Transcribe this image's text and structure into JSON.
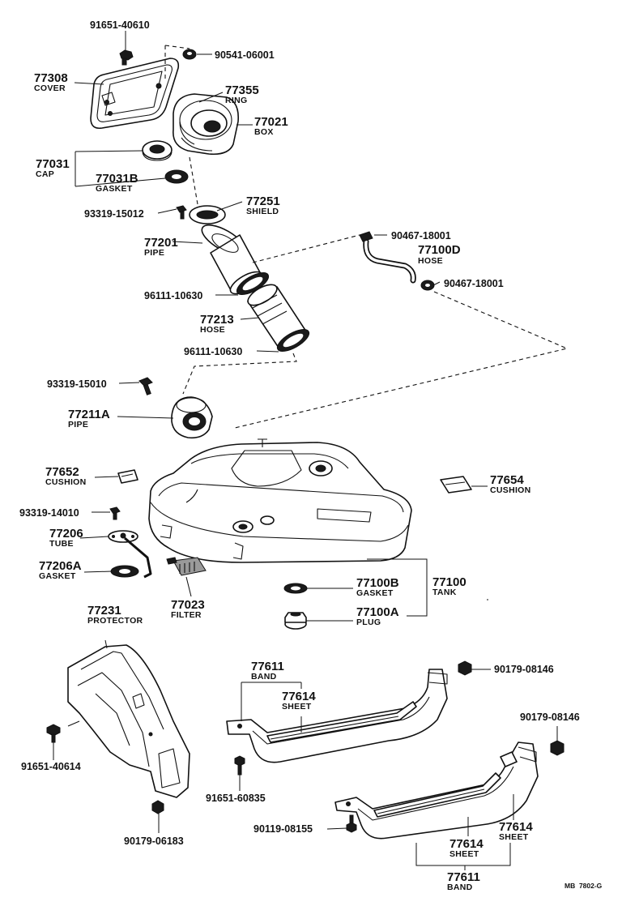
{
  "callouts": {
    "c01": {
      "num": "91651-40610"
    },
    "c02": {
      "num": "90541-06001"
    },
    "c03": {
      "num": "77308",
      "name": "COVER"
    },
    "c04": {
      "num": "77355",
      "name": "RING"
    },
    "c05": {
      "num": "77021",
      "name": "BOX"
    },
    "c06": {
      "num": "77031",
      "name": "CAP"
    },
    "c07": {
      "num": "77031B",
      "name": "GASKET"
    },
    "c08": {
      "num": "77251",
      "name": "SHIELD"
    },
    "c09": {
      "num": "93319-15012"
    },
    "c10": {
      "num": "77201",
      "name": "PIPE"
    },
    "c11": {
      "num": "90467-18001"
    },
    "c12": {
      "num": "77100D",
      "name": "HOSE"
    },
    "c13": {
      "num": "90467-18001"
    },
    "c14": {
      "num": "96111-10630"
    },
    "c15": {
      "num": "77213",
      "name": "HOSE"
    },
    "c16": {
      "num": "96111-10630"
    },
    "c17": {
      "num": "93319-15010"
    },
    "c18": {
      "num": "77211A",
      "name": "PIPE"
    },
    "c19": {
      "num": "77652",
      "name": "CUSHION"
    },
    "c20": {
      "num": "77654",
      "name": "CUSHION"
    },
    "c21": {
      "num": "93319-14010"
    },
    "c22": {
      "num": "77206",
      "name": "TUBE"
    },
    "c23": {
      "num": "77206A",
      "name": "GASKET"
    },
    "c24": {
      "num": "77023",
      "name": "FILTER"
    },
    "c25": {
      "num": "77100B",
      "name": "GASKET"
    },
    "c26": {
      "num": "77100",
      "name": "TANK"
    },
    "c27": {
      "num": "77100A",
      "name": "PLUG"
    },
    "c28": {
      "num": "77231",
      "name": "PROTECTOR"
    },
    "c29": {
      "num": "77611",
      "name": "BAND"
    },
    "c30": {
      "num": "77614",
      "name": "SHEET"
    },
    "c31": {
      "num": "90179-08146"
    },
    "c32": {
      "num": "90179-08146"
    },
    "c33": {
      "num": "91651-40614"
    },
    "c34": {
      "num": "91651-60835"
    },
    "c35": {
      "num": "90119-08155"
    },
    "c36": {
      "num": "77614",
      "name": "SHEET"
    },
    "c37": {
      "num": "77614",
      "name": "SHEET"
    },
    "c38": {
      "num": "77611",
      "name": "BAND"
    },
    "c39": {
      "num": "90179-06183"
    }
  },
  "footer": {
    "code": "MB  7802-G"
  }
}
